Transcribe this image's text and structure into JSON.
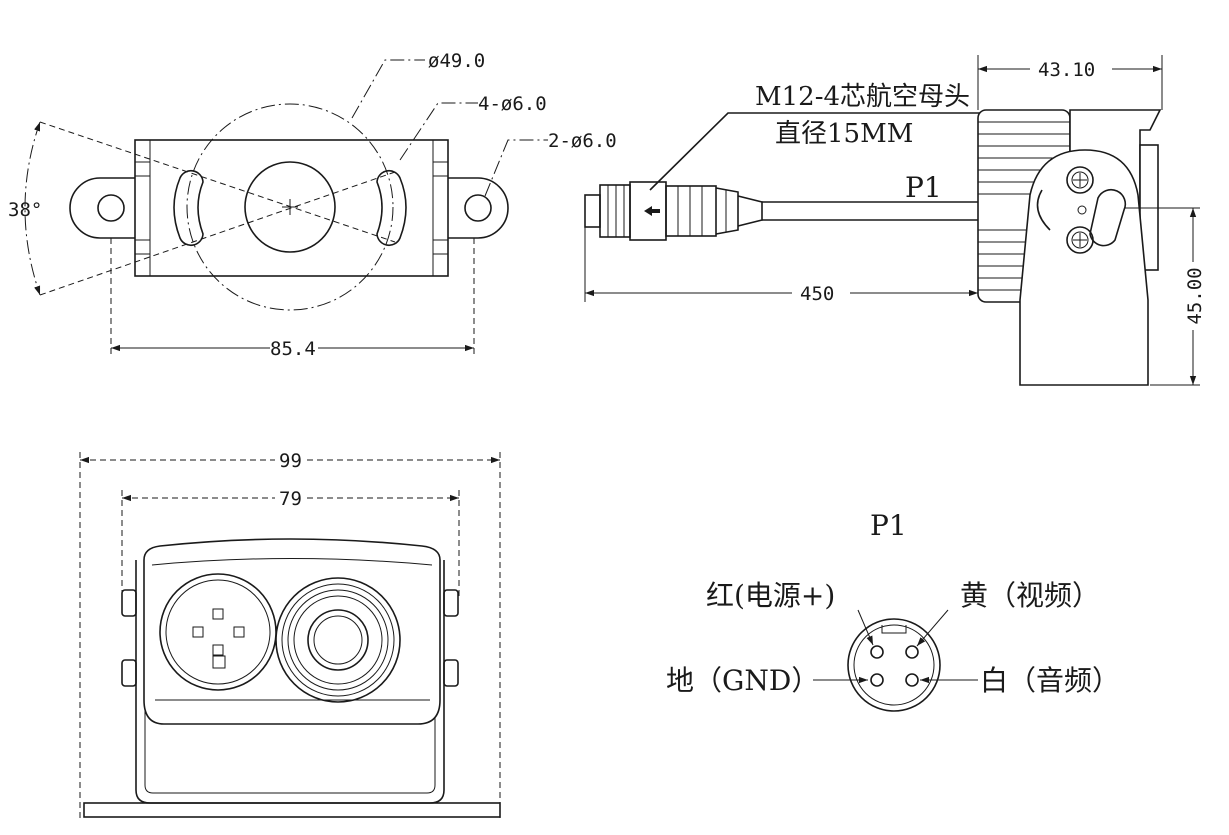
{
  "top_view": {
    "circle_dia": "ø49.0",
    "slot_dia": "4-ø6.0",
    "hole_dia": "2-ø6.0",
    "angle": "38°",
    "width": "85.4"
  },
  "side_view": {
    "depth": "43.10",
    "height": "45.00",
    "cable_length": "450",
    "connector_line1": "M12-4芯航空母头",
    "connector_line2": "直径15MM",
    "cable_label": "P1"
  },
  "front_view": {
    "outer_width": "99",
    "inner_width": "79"
  },
  "pinout": {
    "title": "P1",
    "pin_red": "红(电源+)",
    "pin_yellow": "黄（视频）",
    "pin_ground": "地（GND）",
    "pin_white": "白（音频）"
  }
}
